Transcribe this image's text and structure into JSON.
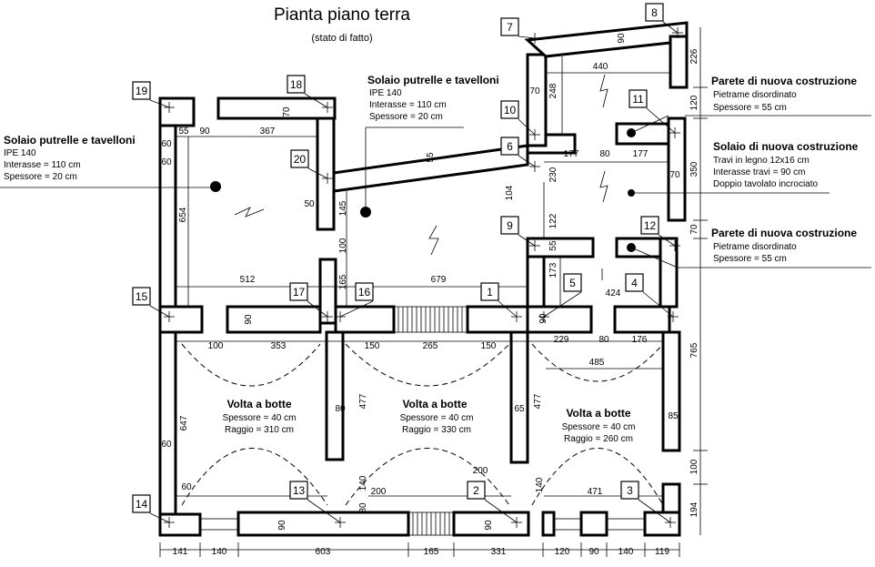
{
  "header": {
    "title": "Pianta piano terra",
    "subtitle": "(stato di fatto)"
  },
  "annotations": {
    "solaio_left": {
      "title": "Solaio putrelle e tavelloni",
      "l1": "IPE 140",
      "l2": "Interasse = 110 cm",
      "l3": "Spessore = 20 cm"
    },
    "solaio_center": {
      "title": "Solaio putrelle e tavelloni",
      "l1": "IPE 140",
      "l2": "Interasse = 110 cm",
      "l3": "Spessore = 20 cm"
    },
    "parete_top": {
      "title": "Parete di nuova costruzione",
      "l1": "Pietrame disordinato",
      "l2": "Spessore = 55 cm"
    },
    "solaio_right": {
      "title": "Solaio di nuova costruzione",
      "l1": "Travi in legno 12x16 cm",
      "l2": "Interasse travi = 90 cm",
      "l3": "Doppio tavolato incrociato"
    },
    "parete_bottom": {
      "title": "Parete di nuova costruzione",
      "l1": "Pietrame disordinato",
      "l2": "Spessore = 55 cm"
    }
  },
  "vaults": [
    {
      "title": "Volta a botte",
      "l1": "Spessore = 40 cm",
      "l2": "Raggio = 310 cm"
    },
    {
      "title": "Volta a botte",
      "l1": "Spessore = 40 cm",
      "l2": "Raggio = 330 cm"
    },
    {
      "title": "Volta a botte",
      "l1": "Spessore = 40 cm",
      "l2": "Raggio = 260 cm"
    }
  ],
  "nodes": [
    "1",
    "2",
    "3",
    "4",
    "5",
    "6",
    "7",
    "8",
    "9",
    "10",
    "11",
    "12",
    "13",
    "14",
    "15",
    "16",
    "17",
    "18",
    "19",
    "20"
  ],
  "dimensions": {
    "bottom_row": [
      "141",
      "140",
      "603",
      "165",
      "331",
      "120",
      "90",
      "140",
      "119"
    ],
    "right_col": [
      "226",
      "120",
      "350",
      "70",
      "765",
      "100",
      "194"
    ],
    "interior": [
      "60",
      "55",
      "90",
      "367",
      "70",
      "654",
      "50",
      "145",
      "100",
      "165",
      "512",
      "679",
      "90",
      "90",
      "100",
      "353",
      "150",
      "265",
      "150",
      "229",
      "80",
      "176",
      "485",
      "647",
      "60",
      "80",
      "477",
      "65",
      "477",
      "85",
      "60",
      "140",
      "200",
      "200",
      "80",
      "140",
      "471",
      "90",
      "90",
      "440",
      "248",
      "70",
      "177",
      "80",
      "177",
      "230",
      "104",
      "122",
      "55",
      "173",
      "424",
      "60",
      "70",
      "55",
      "90"
    ]
  }
}
